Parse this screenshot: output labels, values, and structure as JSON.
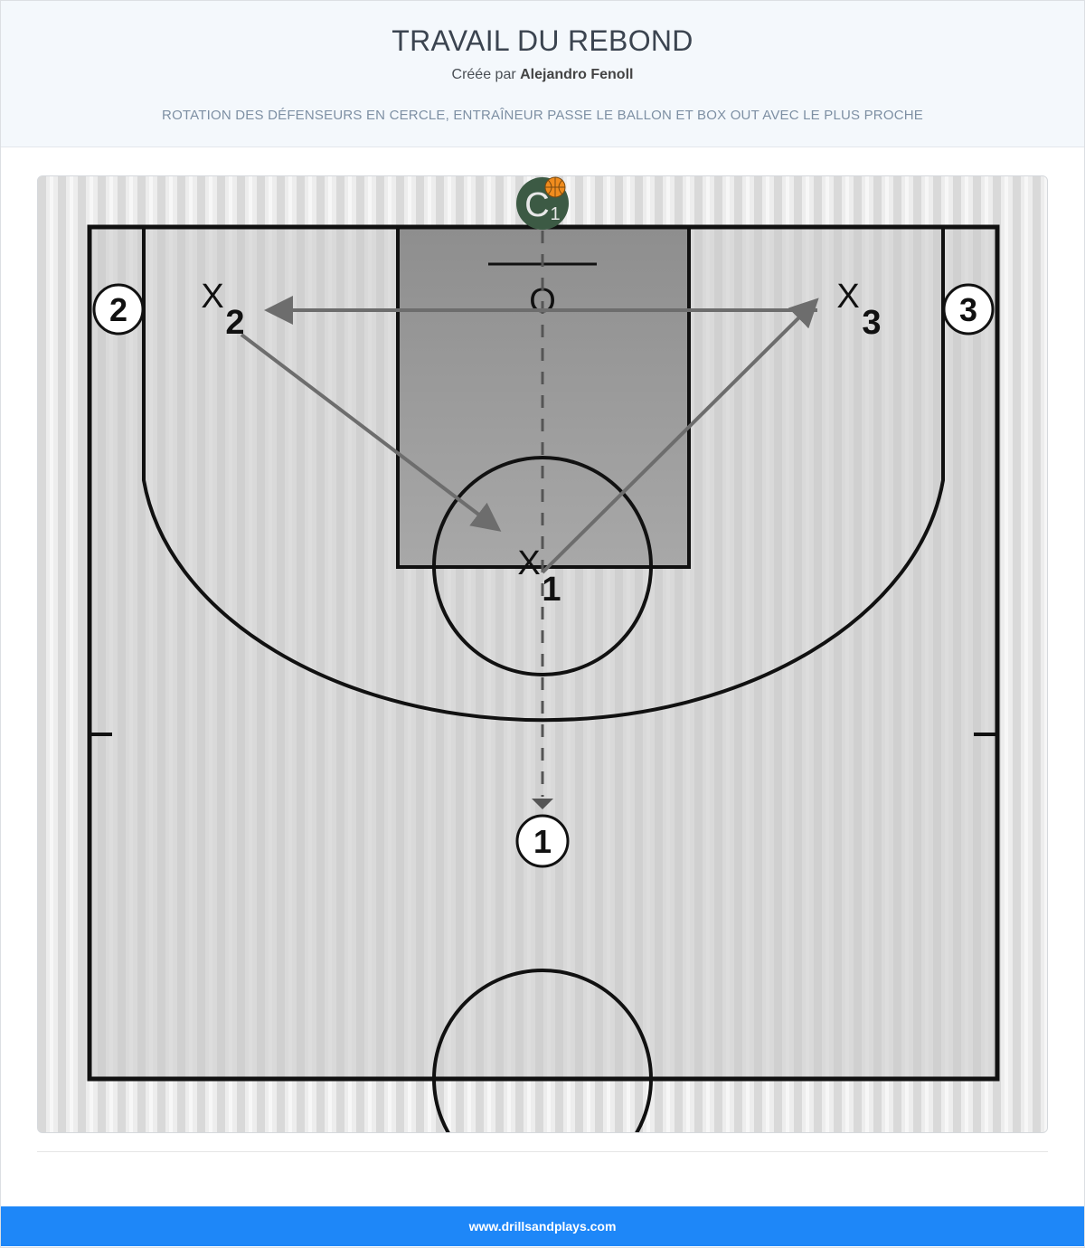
{
  "header": {
    "title": "TRAVAIL DU REBOND",
    "created_by_prefix": "Créée par",
    "author": "Alejandro Fenoll",
    "subtitle": "ROTATION DES DÉFENSEURS EN CERCLE, ENTRAÎNEUR PASSE LE BALLON ET BOX OUT AVEC LE PLUS PROCHE"
  },
  "diagram": {
    "coach": {
      "letter": "C",
      "number": "1",
      "color": "#3c5a44"
    },
    "ball_color": "#f08c1e",
    "offense": [
      {
        "label": "2"
      },
      {
        "label": "3"
      },
      {
        "label": "1"
      }
    ],
    "defense": [
      {
        "letter": "X",
        "number": "2"
      },
      {
        "letter": "X",
        "number": "3"
      },
      {
        "letter": "X",
        "number": "1"
      }
    ],
    "basket_symbol": "O",
    "colors": {
      "court_line": "#111111",
      "paint": "#9c9c9c",
      "arrow": "#6d6d6d"
    }
  },
  "footer": {
    "site": "www.drillsandplays.com"
  }
}
